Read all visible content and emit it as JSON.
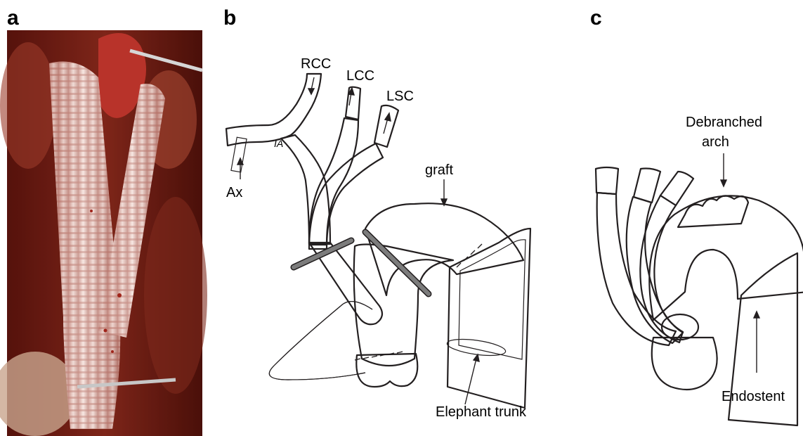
{
  "figure": {
    "panels": [
      {
        "letter": "a"
      },
      {
        "letter": "b"
      },
      {
        "letter": "c"
      }
    ],
    "panel_b_labels": {
      "rcc": "RCC",
      "lcc": "LCC",
      "lsc": "LSC",
      "ia": "IA",
      "ax": "Ax",
      "graft": "graft",
      "elephant_trunk": "Elephant trunk"
    },
    "panel_c_labels": {
      "debranched_line1": "Debranched",
      "debranched_line2": "arch",
      "endostent": "Endostent"
    },
    "colors": {
      "vessel": "#ee7f65",
      "vessel_light": "#f7b3a1",
      "graft_light": "#f2f2f2",
      "graft_dark": "#b5b5b5",
      "outline": "#231f20",
      "photo_bg": "#6b1a12"
    }
  }
}
